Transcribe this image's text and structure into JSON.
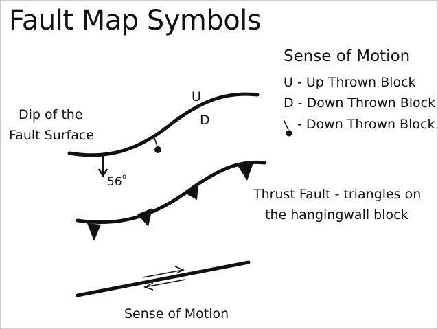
{
  "title": "Fault Map Symbols",
  "legend": {
    "heading": "Sense of Motion",
    "up": "U - Up Thrown Block",
    "down": "D - Down Thrown Block",
    "tick": "- Down Thrown Block"
  },
  "dip": {
    "label_line1": "Dip of the",
    "label_line2": "Fault Surface",
    "angle": "56",
    "degree_mark": "o"
  },
  "fault_labels": {
    "up": "U",
    "down": "D"
  },
  "thrust": {
    "line1": "Thrust Fault - triangles on",
    "line2": "the hangingwall block"
  },
  "strike_slip": {
    "label": "Sense of Motion"
  },
  "colors": {
    "ink": "#111111",
    "background": "#ffffff"
  }
}
